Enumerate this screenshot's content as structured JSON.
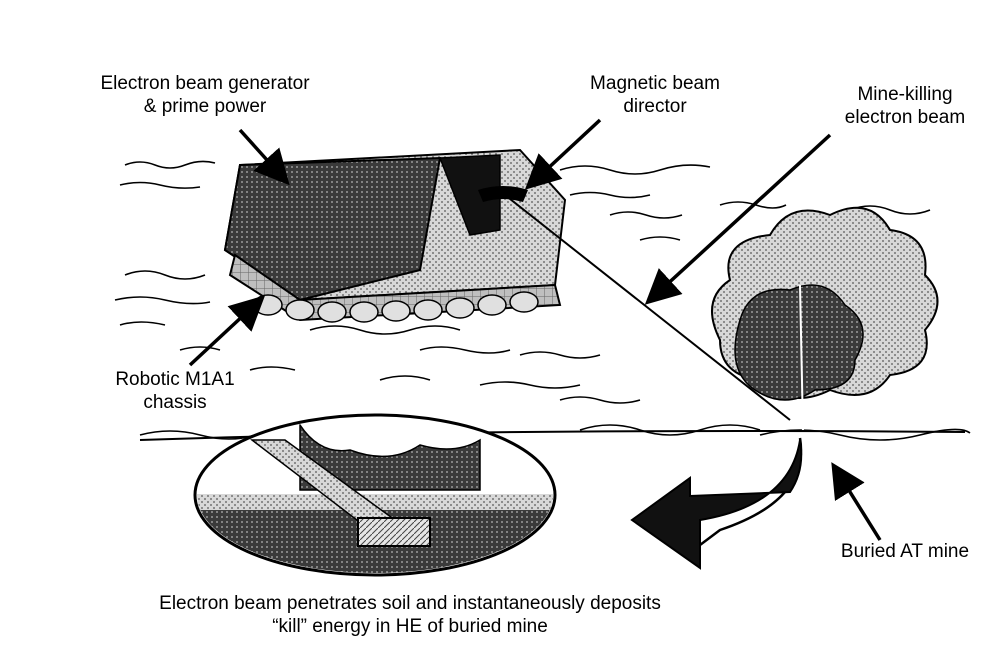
{
  "labels": {
    "generator": {
      "line1": "Electron beam generator",
      "line2": "& prime power"
    },
    "director": {
      "line1": "Magnetic beam",
      "line2": "director"
    },
    "beam": {
      "line1": "Mine-killing",
      "line2": "electron beam"
    },
    "chassis": {
      "line1": "Robotic  M1A1",
      "line2": "chassis"
    },
    "mine": {
      "line1": "Buried AT mine"
    },
    "caption": {
      "line1": "Electron beam penetrates soil and instantaneously deposits",
      "line2": "“kill” energy in HE of buried mine"
    }
  },
  "colors": {
    "ink": "#000000",
    "paper": "#ffffff",
    "shade_dark": "#2a2a2a",
    "shade_mid": "#8a8a8a",
    "shade_light": "#cfcfcf"
  }
}
